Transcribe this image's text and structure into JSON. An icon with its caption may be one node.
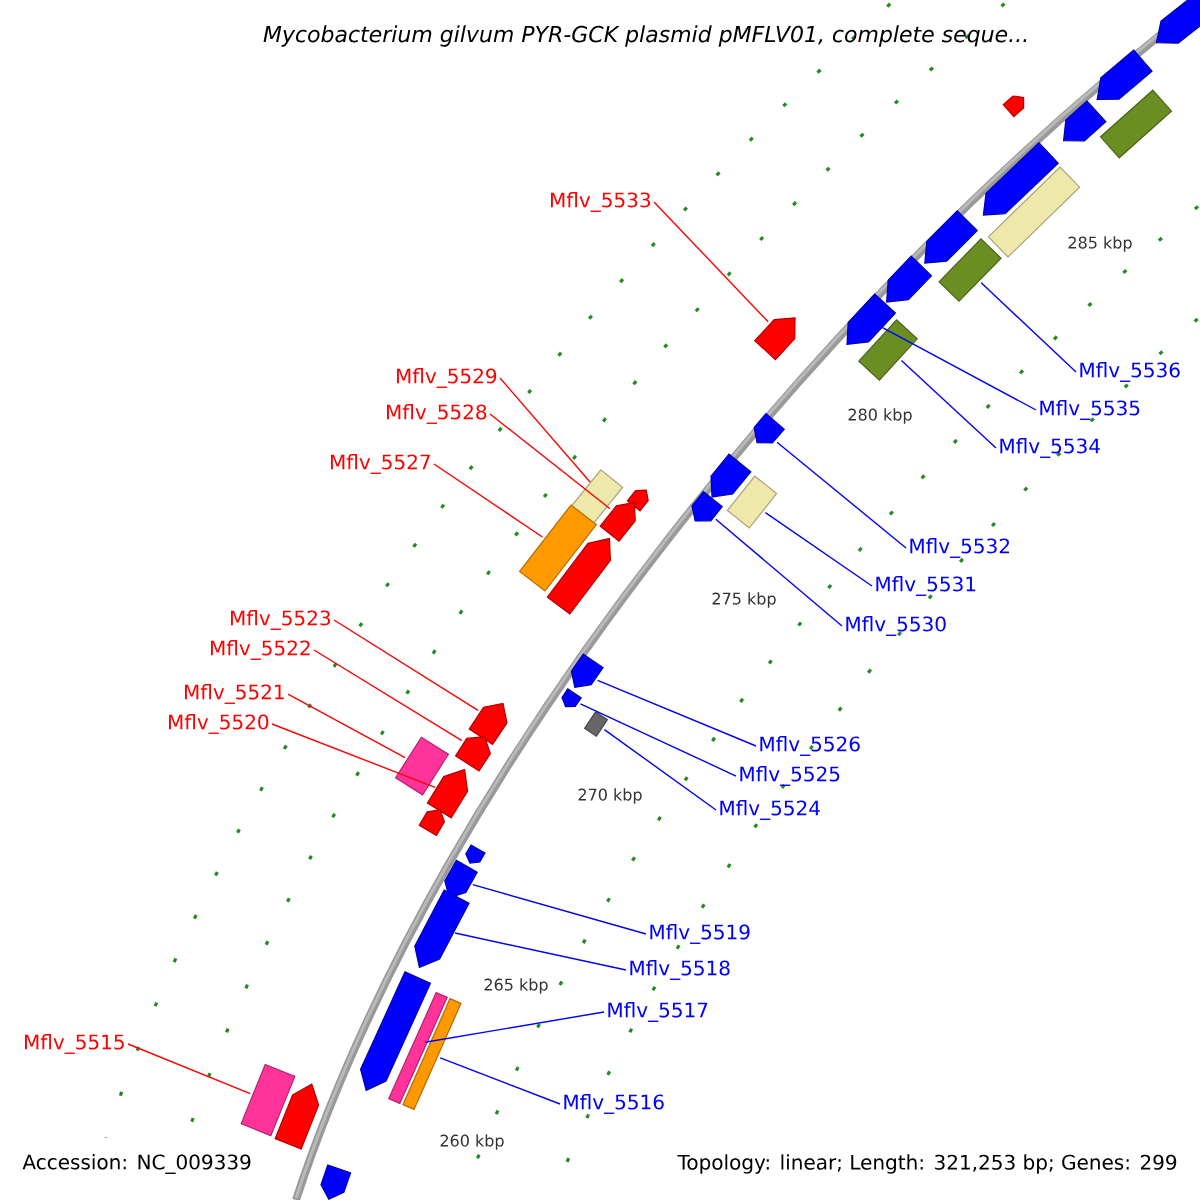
{
  "diagram": {
    "title": "Mycobacterium gilvum PYR-GCK plasmid pMFLV01, complete seque...",
    "nodes": [
      {
        "text": [
          "Mflv_5533"
        ]
      },
      {
        "text": [
          "Mflv_5536"
        ]
      },
      {
        "text": [
          "Mflv_5529"
        ]
      },
      {
        "text": [
          "Mflv_5535"
        ]
      },
      {
        "text": [
          "Mflv_5528"
        ]
      },
      {
        "text": [
          "Mflv_5534"
        ]
      },
      {
        "text": [
          "Mflv_5527"
        ]
      },
      {
        "text": [
          "Mflv_5532"
        ]
      },
      {
        "text": [
          "Mflv_5531"
        ]
      },
      {
        "text": [
          "Mflv_5523"
        ]
      },
      {
        "text": [
          "Mflv_5530"
        ]
      },
      {
        "text": [
          "Mflv_5522"
        ]
      },
      {
        "text": [
          "Mflv_5521"
        ]
      },
      {
        "text": [
          "Mflv_5520"
        ]
      },
      {
        "text": [
          "Mflv_5526"
        ]
      },
      {
        "text": [
          "Mflv_5525"
        ]
      },
      {
        "text": [
          "Mflv_5524"
        ]
      },
      {
        "text": [
          "Mflv_5519"
        ]
      },
      {
        "text": [
          "Mflv_5518"
        ]
      },
      {
        "text": [
          "Mflv_5517"
        ]
      },
      {
        "text": [
          "Mflv_5515"
        ]
      },
      {
        "text": [
          "Mflv_5516"
        ]
      },
      {
        "text": [],
        "shape": "pentagon"
      },
      {
        "text": [],
        "shape": "pentagon"
      },
      {
        "text": [],
        "shape": "pentagon"
      },
      {
        "text": [],
        "shape": "box"
      },
      {
        "text": [],
        "shape": "pentagon"
      },
      {
        "text": [],
        "shape": "pentagon"
      },
      {
        "text": [],
        "shape": "box"
      },
      {
        "text": [],
        "shape": "pentagon"
      },
      {
        "text": [],
        "shape": "box"
      },
      {
        "text": [],
        "shape": "pentagon"
      },
      {
        "text": [],
        "shape": "pentagon"
      },
      {
        "text": [],
        "shape": "pentagon"
      },
      {
        "text": [],
        "shape": "box"
      },
      {
        "text": [],
        "shape": "pentagon"
      },
      {
        "text": [],
        "shape": "pentagon"
      },
      {
        "text": [],
        "shape": "box"
      },
      {
        "text": [],
        "shape": "pentagon"
      },
      {
        "text": [],
        "shape": "box"
      },
      {
        "text": [],
        "shape": "pentagon"
      },
      {
        "text": [],
        "shape": "pentagon"
      },
      {
        "text": [],
        "shape": "box"
      },
      {
        "text": [],
        "shape": "pentagon"
      },
      {
        "text": [],
        "shape": "pentagon"
      },
      {
        "text": [],
        "shape": "pentagon"
      },
      {
        "text": [],
        "shape": "pentagon"
      },
      {
        "text": [],
        "shape": "box"
      },
      {
        "text": [],
        "shape": "pentagon"
      },
      {
        "text": [],
        "shape": "box"
      },
      {
        "text": [],
        "shape": "pentagon"
      },
      {
        "text": [],
        "shape": "pentagon"
      },
      {
        "text": [],
        "shape": "pentagon"
      },
      {
        "text": [],
        "shape": "pentagon"
      },
      {
        "text": [],
        "shape": "pentagon"
      },
      {
        "text": [],
        "shape": "pentagon"
      },
      {
        "text": [],
        "shape": "box"
      },
      {
        "text": [],
        "shape": "box"
      },
      {
        "text": [],
        "shape": "box"
      },
      {
        "text": [],
        "shape": "pentagon"
      },
      {
        "text": [],
        "shape": "pentagon"
      }
    ],
    "edges": [
      {
        "from": 0,
        "to": 33,
        "arrow": "none",
        "color": "#ff0000"
      },
      {
        "from": 1,
        "to": 30,
        "arrow": "none"
      },
      {
        "from": 2,
        "to": 37,
        "arrow": "none",
        "color": "#ff0000"
      },
      {
        "from": 3,
        "to": 32,
        "arrow": "none"
      },
      {
        "from": 4,
        "to": 41,
        "arrow": "none",
        "color": "#ff0000"
      },
      {
        "from": 5,
        "to": 34,
        "arrow": "none"
      },
      {
        "from": 6,
        "to": 42,
        "arrow": "none",
        "color": "#ff0000"
      },
      {
        "from": 7,
        "to": 35,
        "arrow": "none"
      },
      {
        "from": 8,
        "to": 39,
        "arrow": "none"
      },
      {
        "from": 9,
        "to": 46,
        "arrow": "none",
        "color": "#ff0000"
      },
      {
        "from": 10,
        "to": 40,
        "arrow": "none"
      },
      {
        "from": 11,
        "to": 48,
        "arrow": "none",
        "color": "#ff0000"
      },
      {
        "from": 12,
        "to": 49,
        "arrow": "none",
        "color": "#ff0000"
      },
      {
        "from": 13,
        "to": 50,
        "arrow": "none",
        "color": "#ff0000"
      },
      {
        "from": 14,
        "to": 44,
        "arrow": "none"
      },
      {
        "from": 15,
        "to": 45,
        "arrow": "none"
      },
      {
        "from": 16,
        "to": 47,
        "arrow": "none"
      },
      {
        "from": 17,
        "to": 53,
        "arrow": "none"
      },
      {
        "from": 18,
        "to": 54,
        "arrow": "none"
      },
      {
        "from": 19,
        "to": 56,
        "arrow": "none"
      },
      {
        "from": 20,
        "to": 58,
        "arrow": "none",
        "color": "#ff0000"
      },
      {
        "from": 21,
        "to": 57,
        "arrow": "none"
      }
    ],
    "labels": [
      "285 kbp",
      "280 kbp",
      "275 kbp",
      "270 kbp",
      "265 kbp",
      "260 kbp",
      "Accession: NC_009339",
      "Topology: linear; Length: 321,253 bp; Genes: 299"
    ]
  }
}
